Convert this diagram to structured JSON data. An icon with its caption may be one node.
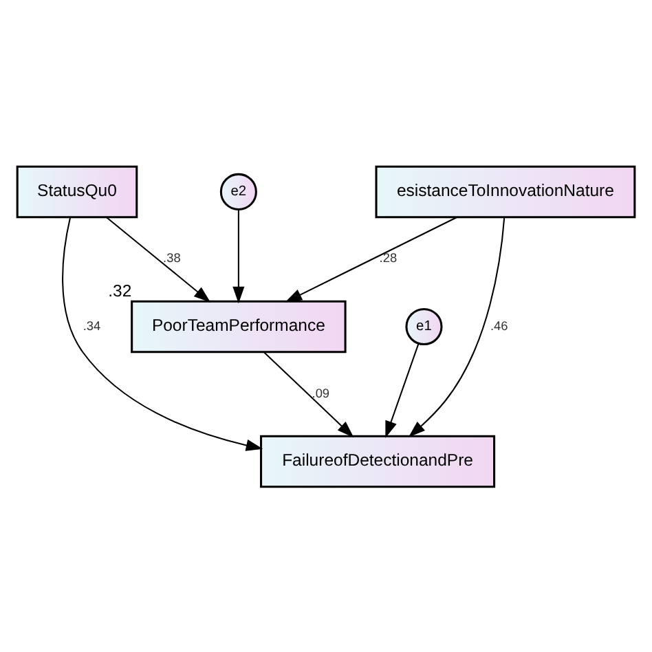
{
  "diagram": {
    "nodes": [
      {
        "text": [
          "StatusQu0"
        ]
      },
      {
        "text": [
          "e2"
        ]
      },
      {
        "text": [
          "e1"
        ]
      },
      {
        "text": [
          "PoorTeamPerformance"
        ],
        "beside": [
          ".32"
        ]
      },
      {
        "text": [
          "FailureofDetectionandPre"
        ]
      },
      {
        "text": [
          "esistanceToInnovationNature"
        ]
      }
    ],
    "edges": [
      {
        "from": 0,
        "to": 3,
        "arrow": "to",
        "label": ".38"
      },
      {
        "from": 0,
        "to": 4,
        "arrow": "to",
        "label": ".34"
      },
      {
        "from": 1,
        "to": 3,
        "arrow": "to"
      },
      {
        "from": 2,
        "to": 4,
        "arrow": "to"
      },
      {
        "from": 3,
        "to": 4,
        "arrow": "to",
        "label": ".09"
      },
      {
        "from": 5,
        "to": 3,
        "arrow": "to",
        "label": ".28"
      },
      {
        "from": 5,
        "to": 4,
        "arrow": "to",
        "label": ".46"
      }
    ]
  }
}
